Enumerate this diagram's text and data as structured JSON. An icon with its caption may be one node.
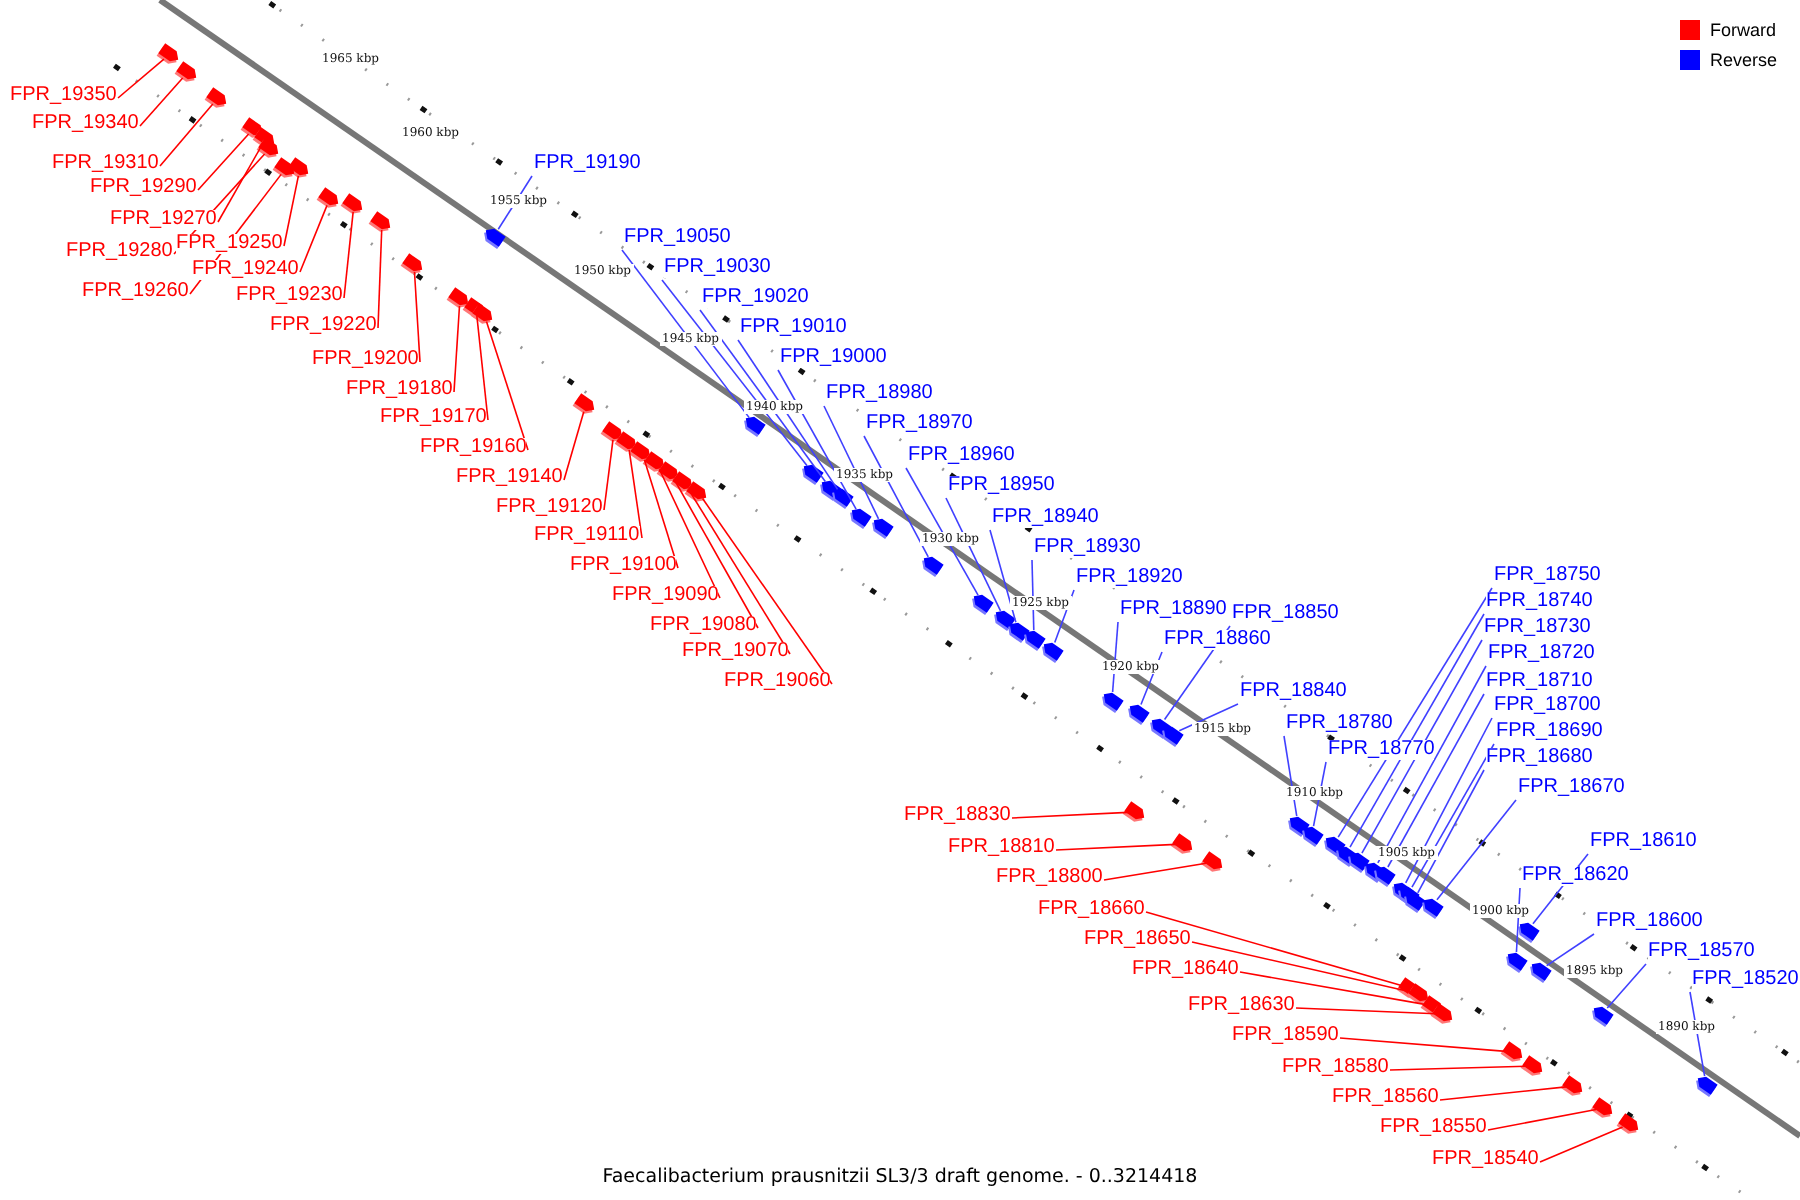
{
  "diagram": {
    "caption": "Faecalibacterium prausnitzii SL3/3 draft genome. - 0..3214418",
    "nodes": [
      {
        "text": [
          "FPR_19350"
        ]
      },
      {
        "text": [
          "FPR_19340"
        ]
      },
      {
        "text": [
          "FPR_19310"
        ]
      },
      {
        "text": [
          "FPR_19290"
        ]
      },
      {
        "text": [
          "FPR_19270"
        ]
      },
      {
        "text": [
          "FPR_19280"
        ]
      },
      {
        "text": [
          "FPR_19250"
        ]
      },
      {
        "text": [
          "FPR_19240"
        ]
      },
      {
        "text": [
          "FPR_19260"
        ]
      },
      {
        "text": [
          "FPR_19230"
        ]
      },
      {
        "text": [
          "FPR_19220"
        ]
      },
      {
        "text": [
          "FPR_19200"
        ]
      },
      {
        "text": [
          "FPR_19180"
        ]
      },
      {
        "text": [
          "FPR_19170"
        ]
      },
      {
        "text": [
          "FPR_19160"
        ]
      },
      {
        "text": [
          "FPR_19140"
        ]
      },
      {
        "text": [
          "FPR_19120"
        ]
      },
      {
        "text": [
          "FPR_19110"
        ]
      },
      {
        "text": [
          "FPR_19100"
        ]
      },
      {
        "text": [
          "FPR_19090"
        ]
      },
      {
        "text": [
          "FPR_19080"
        ]
      },
      {
        "text": [
          "FPR_19070"
        ]
      },
      {
        "text": [
          "FPR_19060"
        ]
      },
      {
        "text": [
          "FPR_19190"
        ]
      },
      {
        "text": [
          "FPR_19050"
        ]
      },
      {
        "text": [
          "FPR_19030"
        ]
      },
      {
        "text": [
          "FPR_19020"
        ]
      },
      {
        "text": [
          "FPR_19010"
        ]
      },
      {
        "text": [
          "FPR_19000"
        ]
      },
      {
        "text": [
          "FPR_18980"
        ]
      },
      {
        "text": [
          "FPR_18970"
        ]
      },
      {
        "text": [
          "FPR_18960"
        ]
      },
      {
        "text": [
          "FPR_18950"
        ]
      },
      {
        "text": [
          "FPR_18940"
        ]
      },
      {
        "text": [
          "FPR_18930"
        ]
      },
      {
        "text": [
          "FPR_18920"
        ]
      },
      {
        "text": [
          "FPR_18890"
        ]
      },
      {
        "text": [
          "FPR_18850"
        ]
      },
      {
        "text": [
          "FPR_18860"
        ]
      },
      {
        "text": [
          "FPR_18840"
        ]
      },
      {
        "text": [
          "FPR_18780"
        ]
      },
      {
        "text": [
          "FPR_18770"
        ]
      },
      {
        "text": [
          "FPR_18750"
        ]
      },
      {
        "text": [
          "FPR_18740"
        ]
      },
      {
        "text": [
          "FPR_18730"
        ]
      },
      {
        "text": [
          "FPR_18720"
        ]
      },
      {
        "text": [
          "FPR_18710"
        ]
      },
      {
        "text": [
          "FPR_18700"
        ]
      },
      {
        "text": [
          "FPR_18690"
        ]
      },
      {
        "text": [
          "FPR_18680"
        ]
      },
      {
        "text": [
          "FPR_18670"
        ]
      },
      {
        "text": [
          "FPR_18610"
        ]
      },
      {
        "text": [
          "FPR_18620"
        ]
      },
      {
        "text": [
          "FPR_18600"
        ]
      },
      {
        "text": [
          "FPR_18570"
        ]
      },
      {
        "text": [
          "FPR_18520"
        ]
      },
      {
        "text": [
          "FPR_18830"
        ]
      },
      {
        "text": [
          "FPR_18810"
        ]
      },
      {
        "text": [
          "FPR_18800"
        ]
      },
      {
        "text": [
          "FPR_18660"
        ]
      },
      {
        "text": [
          "FPR_18650"
        ]
      },
      {
        "text": [
          "FPR_18640"
        ]
      },
      {
        "text": [
          "FPR_18630"
        ]
      },
      {
        "text": [
          "FPR_18590"
        ]
      },
      {
        "text": [
          "FPR_18580"
        ]
      },
      {
        "text": [
          "FPR_18560"
        ]
      },
      {
        "text": [
          "FPR_18550"
        ]
      },
      {
        "text": [
          "FPR_18540"
        ]
      },
      {
        "text": [],
        "shape": "arrow"
      },
      {
        "text": [],
        "shape": "arrow"
      },
      {
        "text": [],
        "shape": "arrow"
      },
      {
        "text": [],
        "shape": "arrow"
      },
      {
        "text": [],
        "shape": "arrow"
      },
      {
        "text": [],
        "shape": "arrow"
      },
      {
        "text": [],
        "shape": "arrow"
      },
      {
        "text": [],
        "shape": "arrow"
      },
      {
        "text": [],
        "shape": "arrow"
      },
      {
        "text": [],
        "shape": "arrow"
      },
      {
        "text": [],
        "shape": "arrow"
      },
      {
        "text": [],
        "shape": "arrow"
      },
      {
        "text": [],
        "shape": "arrow"
      },
      {
        "text": [],
        "shape": "arrow"
      },
      {
        "text": [],
        "shape": "arrow"
      },
      {
        "text": [],
        "shape": "arrow"
      },
      {
        "text": [],
        "shape": "arrow"
      },
      {
        "text": [],
        "shape": "arrow"
      },
      {
        "text": [],
        "shape": "arrow"
      },
      {
        "text": [],
        "shape": "arrow"
      },
      {
        "text": [],
        "shape": "arrow"
      },
      {
        "text": [],
        "shape": "arrow"
      },
      {
        "text": [],
        "shape": "arrow"
      },
      {
        "text": [],
        "shape": "arrow"
      },
      {
        "text": [],
        "shape": "arrow"
      },
      {
        "text": [],
        "shape": "arrow"
      },
      {
        "text": [],
        "shape": "arrow"
      },
      {
        "text": [],
        "shape": "arrow"
      },
      {
        "text": [],
        "shape": "arrow"
      },
      {
        "text": [],
        "shape": "arrow"
      },
      {
        "text": [],
        "shape": "arrow"
      },
      {
        "text": [],
        "shape": "arrow"
      },
      {
        "text": [],
        "shape": "arrow"
      },
      {
        "text": [],
        "shape": "arrow"
      },
      {
        "text": [],
        "shape": "arrow"
      },
      {
        "text": [],
        "shape": "arrow"
      },
      {
        "text": [],
        "shape": "arrow"
      },
      {
        "text": [],
        "shape": "arrow"
      },
      {
        "text": [],
        "shape": "arrow"
      },
      {
        "text": [],
        "shape": "arrow"
      },
      {
        "text": [],
        "shape": "arrow"
      },
      {
        "text": [],
        "shape": "arrow"
      },
      {
        "text": [],
        "shape": "arrow"
      },
      {
        "text": [],
        "shape": "arrow"
      },
      {
        "text": [],
        "shape": "arrow"
      },
      {
        "text": [],
        "shape": "arrow"
      },
      {
        "text": [],
        "shape": "arrow"
      },
      {
        "text": [],
        "shape": "arrow"
      },
      {
        "text": [],
        "shape": "arrow"
      },
      {
        "text": [],
        "shape": "arrow"
      },
      {
        "text": [],
        "shape": "arrow"
      },
      {
        "text": [],
        "shape": "arrow"
      },
      {
        "text": [],
        "shape": "arrow"
      },
      {
        "text": [],
        "shape": "arrow"
      },
      {
        "text": [],
        "shape": "arrow"
      },
      {
        "text": [],
        "shape": "arrow"
      },
      {
        "text": [],
        "shape": "arrow"
      },
      {
        "text": [],
        "shape": "arrow"
      },
      {
        "text": [],
        "shape": "arrow"
      },
      {
        "text": [],
        "shape": "arrow"
      },
      {
        "text": [],
        "shape": "arrow"
      },
      {
        "text": [],
        "shape": "arrow"
      },
      {
        "text": [],
        "shape": "arrow"
      },
      {
        "text": [],
        "shape": "arrow"
      },
      {
        "text": [],
        "shape": "arrow"
      },
      {
        "text": [],
        "shape": "arrow"
      },
      {
        "text": [],
        "shape": "arrow"
      },
      {
        "text": [],
        "shape": "arrow"
      }
    ],
    "edges": [
      {
        "from": 0,
        "to": 68,
        "arrow": "none"
      },
      {
        "from": 1,
        "to": 69,
        "arrow": "none"
      },
      {
        "from": 2,
        "to": 70,
        "arrow": "none"
      },
      {
        "from": 3,
        "to": 71,
        "arrow": "none"
      },
      {
        "from": 4,
        "to": 72,
        "arrow": "none"
      },
      {
        "from": 5,
        "to": 73,
        "arrow": "none"
      },
      {
        "from": 6,
        "to": 74,
        "arrow": "none"
      },
      {
        "from": 7,
        "to": 75,
        "arrow": "none"
      },
      {
        "from": 8,
        "to": 76,
        "arrow": "none"
      },
      {
        "from": 9,
        "to": 77,
        "arrow": "none"
      },
      {
        "from": 10,
        "to": 78,
        "arrow": "none"
      },
      {
        "from": 11,
        "to": 79,
        "arrow": "none"
      },
      {
        "from": 12,
        "to": 80,
        "arrow": "none"
      },
      {
        "from": 13,
        "to": 81,
        "arrow": "none"
      },
      {
        "from": 14,
        "to": 82,
        "arrow": "none"
      },
      {
        "from": 15,
        "to": 83,
        "arrow": "none"
      },
      {
        "from": 16,
        "to": 84,
        "arrow": "none"
      },
      {
        "from": 17,
        "to": 85,
        "arrow": "none"
      },
      {
        "from": 18,
        "to": 86,
        "arrow": "none"
      },
      {
        "from": 19,
        "to": 87,
        "arrow": "none"
      },
      {
        "from": 20,
        "to": 88,
        "arrow": "none"
      },
      {
        "from": 21,
        "to": 89,
        "arrow": "none"
      },
      {
        "from": 22,
        "to": 90,
        "arrow": "none"
      },
      {
        "from": 23,
        "to": 91,
        "arrow": "none",
        "color": "#4040ff"
      },
      {
        "from": 24,
        "to": 92,
        "arrow": "none",
        "color": "#4040ff"
      },
      {
        "from": 25,
        "to": 93,
        "arrow": "none",
        "color": "#4040ff"
      },
      {
        "from": 26,
        "to": 94,
        "arrow": "none",
        "color": "#4040ff"
      },
      {
        "from": 27,
        "to": 95,
        "arrow": "none",
        "color": "#4040ff"
      },
      {
        "from": 28,
        "to": 96,
        "arrow": "none",
        "color": "#4040ff"
      },
      {
        "from": 29,
        "to": 97,
        "arrow": "none",
        "color": "#4040ff"
      },
      {
        "from": 30,
        "to": 98,
        "arrow": "none",
        "color": "#4040ff"
      },
      {
        "from": 31,
        "to": 99,
        "arrow": "none",
        "color": "#4040ff"
      },
      {
        "from": 32,
        "to": 100,
        "arrow": "none",
        "color": "#4040ff"
      },
      {
        "from": 33,
        "to": 101,
        "arrow": "none",
        "color": "#4040ff"
      },
      {
        "from": 34,
        "to": 102,
        "arrow": "none",
        "color": "#4040ff"
      },
      {
        "from": 35,
        "to": 103,
        "arrow": "none",
        "color": "#4040ff"
      },
      {
        "from": 36,
        "to": 104,
        "arrow": "none",
        "color": "#4040ff"
      },
      {
        "from": 37,
        "to": 105,
        "arrow": "none",
        "color": "#4040ff"
      },
      {
        "from": 38,
        "to": 106,
        "arrow": "none",
        "color": "#4040ff"
      },
      {
        "from": 39,
        "to": 107,
        "arrow": "none",
        "color": "#4040ff"
      },
      {
        "from": 40,
        "to": 108,
        "arrow": "none",
        "color": "#4040ff"
      },
      {
        "from": 41,
        "to": 109,
        "arrow": "none",
        "color": "#4040ff"
      },
      {
        "from": 42,
        "to": 110,
        "arrow": "none",
        "color": "#4040ff"
      },
      {
        "from": 43,
        "to": 111,
        "arrow": "none",
        "color": "#4040ff"
      },
      {
        "from": 44,
        "to": 112,
        "arrow": "none",
        "color": "#4040ff"
      },
      {
        "from": 45,
        "to": 113,
        "arrow": "none",
        "color": "#4040ff"
      },
      {
        "from": 46,
        "to": 114,
        "arrow": "none",
        "color": "#4040ff"
      },
      {
        "from": 47,
        "to": 115,
        "arrow": "none",
        "color": "#4040ff"
      },
      {
        "from": 48,
        "to": 116,
        "arrow": "none",
        "color": "#4040ff"
      },
      {
        "from": 49,
        "to": 117,
        "arrow": "none",
        "color": "#4040ff"
      },
      {
        "from": 50,
        "to": 118,
        "arrow": "none",
        "color": "#4040ff"
      },
      {
        "from": 51,
        "to": 119,
        "arrow": "none",
        "color": "#4040ff"
      },
      {
        "from": 52,
        "to": 120,
        "arrow": "none",
        "color": "#4040ff"
      },
      {
        "from": 53,
        "to": 121,
        "arrow": "none",
        "color": "#4040ff"
      },
      {
        "from": 54,
        "to": 122,
        "arrow": "none",
        "color": "#4040ff"
      },
      {
        "from": 55,
        "to": 123,
        "arrow": "none",
        "color": "#4040ff"
      },
      {
        "from": 56,
        "to": 124,
        "arrow": "none"
      },
      {
        "from": 57,
        "to": 125,
        "arrow": "none"
      },
      {
        "from": 58,
        "to": 126,
        "arrow": "none"
      },
      {
        "from": 59,
        "to": 127,
        "arrow": "none"
      },
      {
        "from": 60,
        "to": 128,
        "arrow": "none"
      },
      {
        "from": 61,
        "to": 129,
        "arrow": "none"
      },
      {
        "from": 62,
        "to": 130,
        "arrow": "none"
      },
      {
        "from": 63,
        "to": 131,
        "arrow": "none"
      },
      {
        "from": 64,
        "to": 132,
        "arrow": "none"
      },
      {
        "from": 65,
        "to": 133,
        "arrow": "none"
      },
      {
        "from": 66,
        "to": 134,
        "arrow": "none"
      },
      {
        "from": 67,
        "to": 135,
        "arrow": "none"
      }
    ],
    "labels": [
      "1965 kbp",
      "1960 kbp",
      "1955 kbp",
      "1950 kbp",
      "1945 kbp",
      "1940 kbp",
      "1935 kbp",
      "1930 kbp",
      "1925 kbp",
      "1920 kbp",
      "1915 kbp",
      "1910 kbp",
      "1905 kbp",
      "1900 kbp",
      "1895 kbp",
      "1890 kbp"
    ],
    "legend": [
      {
        "text": "Forward",
        "color": "#ff0000"
      },
      {
        "text": "Reverse",
        "color": "#0000ff"
      }
    ]
  }
}
